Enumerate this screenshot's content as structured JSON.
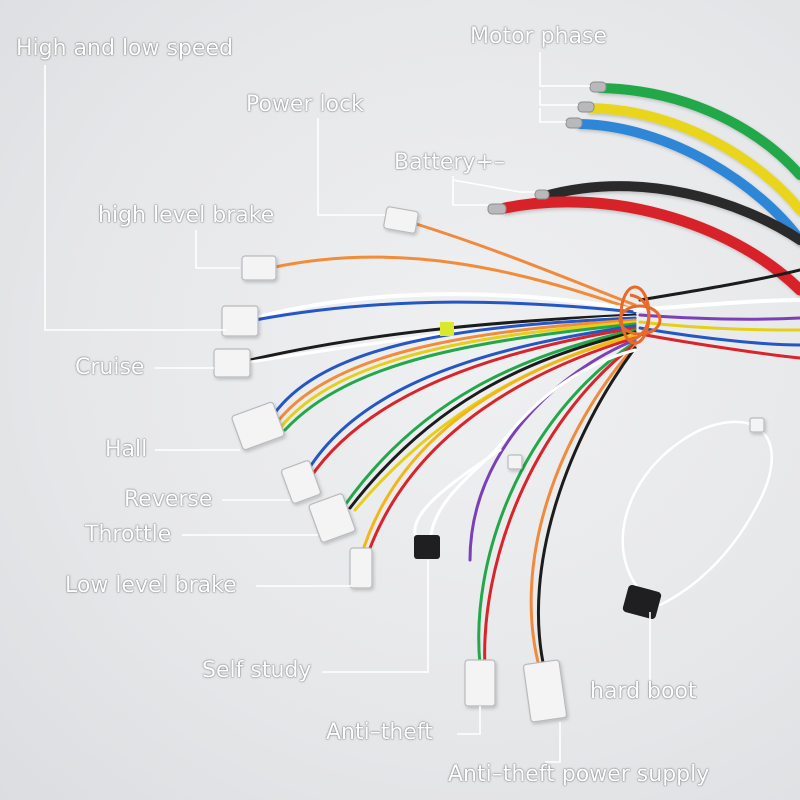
{
  "labels": {
    "high_low_speed": "High and low speed",
    "motor_phase": "Motor phase",
    "power_lock": "Power lock",
    "battery": "Battery+–",
    "high_level_brake": "high level brake",
    "cruise": "Cruise",
    "hall": "Hall",
    "reverse": "Reverse",
    "throttle": "Throttle",
    "low_level_brake": "Low level brake",
    "self_study": "Self study",
    "hard_boot": "hard boot",
    "anti_theft": "Anti–theft",
    "anti_theft_power_supply": "Anti–theft power supply"
  },
  "colors": {
    "background": "#e9eaec",
    "label_text": "#ffffff",
    "leader_line": "#ffffff"
  }
}
